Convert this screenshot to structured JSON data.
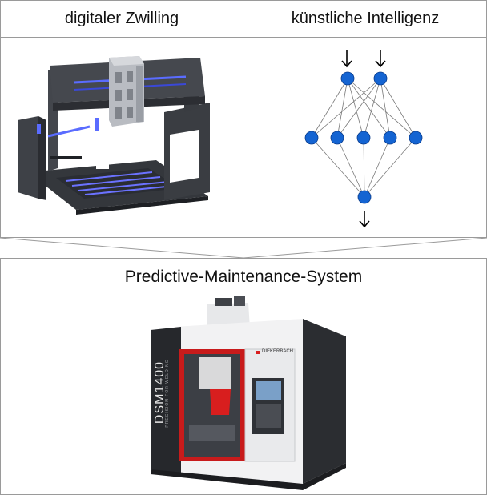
{
  "top_panels": {
    "left_title": "digitaler Zwilling",
    "right_title": "künstliche Intelligenz"
  },
  "bottom_panel": {
    "title": "Predictive-Maintenance-System",
    "machine": {
      "model_text": "DSM1400",
      "subtitle_text": "PRECISION FOR WELDING",
      "brand_text": "DIEKERBACH"
    }
  },
  "colors": {
    "border": "#9a9a9a",
    "node": "#1464d2",
    "node_stroke": "#0a3c8c",
    "frame_dark": "#3a3d42",
    "led_blue": "#5a6cff",
    "machine_red": "#d81e1e"
  },
  "icons": {
    "input_arrow": "arrow-down-icon",
    "output_arrow": "arrow-down-icon"
  }
}
